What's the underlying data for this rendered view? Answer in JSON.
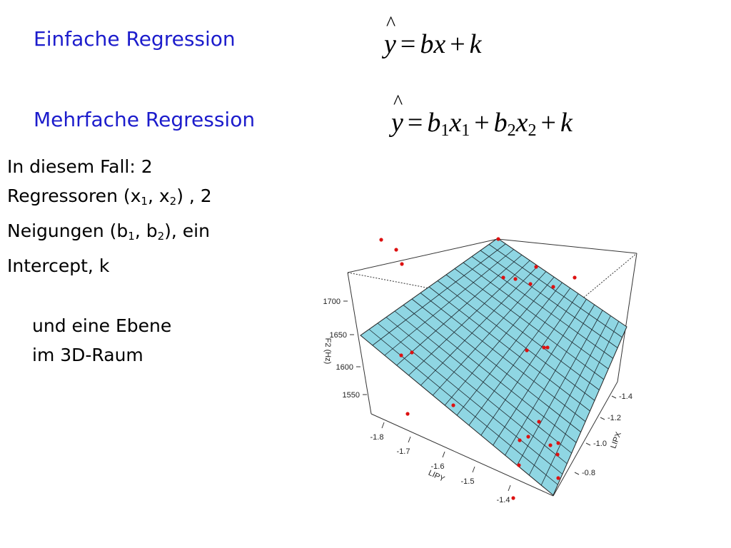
{
  "slide": {
    "heading_simple": "Einfache Regression",
    "heading_multi": "Mehrfache Regression",
    "formula_simple": {
      "y": "y",
      "eq": "=",
      "bx": "bx",
      "plus": "+",
      "k": "k"
    },
    "formula_multi": {
      "y": "y",
      "eq": "=",
      "b": "b",
      "x": "x",
      "sub1": "1",
      "sub2": "2",
      "plus": "+",
      "k": "k"
    },
    "body": {
      "line1": "In diesem Fall: 2",
      "line2_a": "Regressoren (x",
      "line2_b": ", x",
      "line2_c": ") , 2",
      "line3_a": "Neigungen (b",
      "line3_b": ", b",
      "line3_c": "), ein",
      "line4": "Intercept, k",
      "sub1": "1",
      "sub2": "2"
    },
    "plane_text": {
      "line1": "und eine Ebene",
      "line2": "im 3D-Raum"
    }
  },
  "chart_data": {
    "type": "scatter",
    "subtype": "3d-scatter-with-regression-plane",
    "zlabel": "F2 (Hz)",
    "xlabel": "LIPY",
    "ylabel": "LIPX",
    "z_ticks": [
      "1700",
      "1650",
      "1600",
      "1550"
    ],
    "lipy_ticks": [
      "-1.8",
      "-1.7",
      "-1.6",
      "-1.5",
      "-1.4"
    ],
    "lipx_ticks": [
      "-1.4",
      "-1.2",
      "-1.0",
      "-0.8"
    ],
    "plane_color": "#8fd6e3",
    "point_color": "#dd1111",
    "grid_lines": 16
  }
}
